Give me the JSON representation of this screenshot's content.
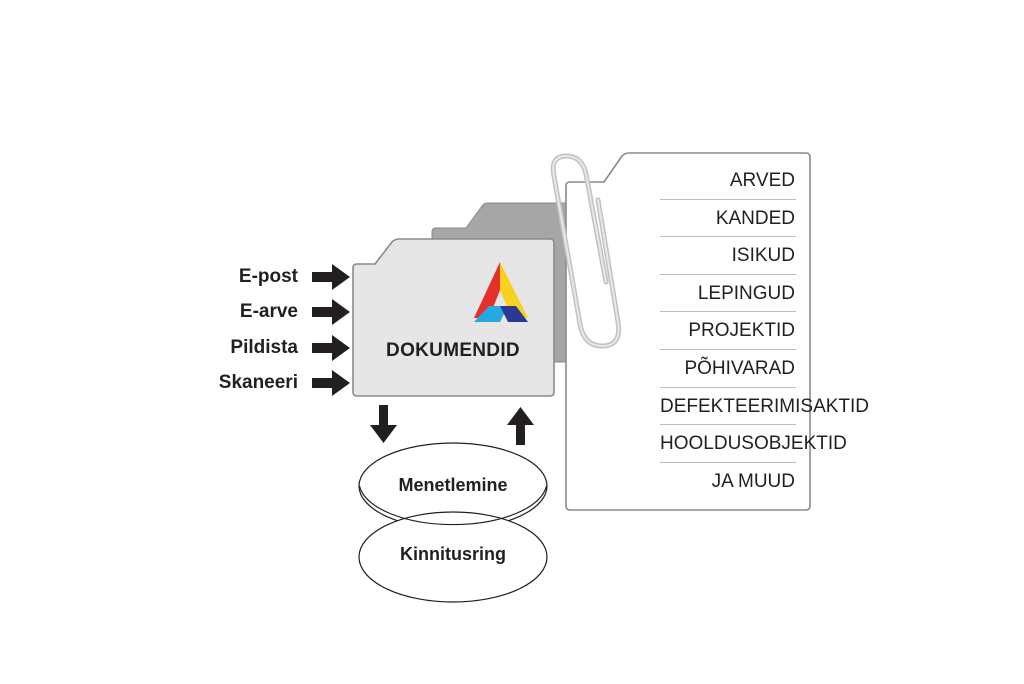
{
  "inputs": [
    {
      "label": "E-post"
    },
    {
      "label": "E-arve"
    },
    {
      "label": "Pildista"
    },
    {
      "label": "Skaneeri"
    }
  ],
  "folder": {
    "title": "DOKUMENDID"
  },
  "process": {
    "step1": "Menetlemine",
    "step2": "Kinnitusring"
  },
  "categories": [
    "ARVED",
    "KANDED",
    "ISIKUD",
    "LEPINGUD",
    "PROJEKTID",
    "PÕHIVARAD",
    "DEFEKTEERIMISAKTID",
    "HOOLDUSOBJEKTID",
    "JA MUUD"
  ],
  "colors": {
    "text": "#231f20",
    "folder_back": "#a6a6a7",
    "folder_front": "#e6e6e7",
    "outline": "#8a8a8c",
    "logo_red": "#e5302a",
    "logo_yellow": "#f6d11d",
    "logo_blue": "#2b3990",
    "logo_cyan": "#26a9e0"
  }
}
